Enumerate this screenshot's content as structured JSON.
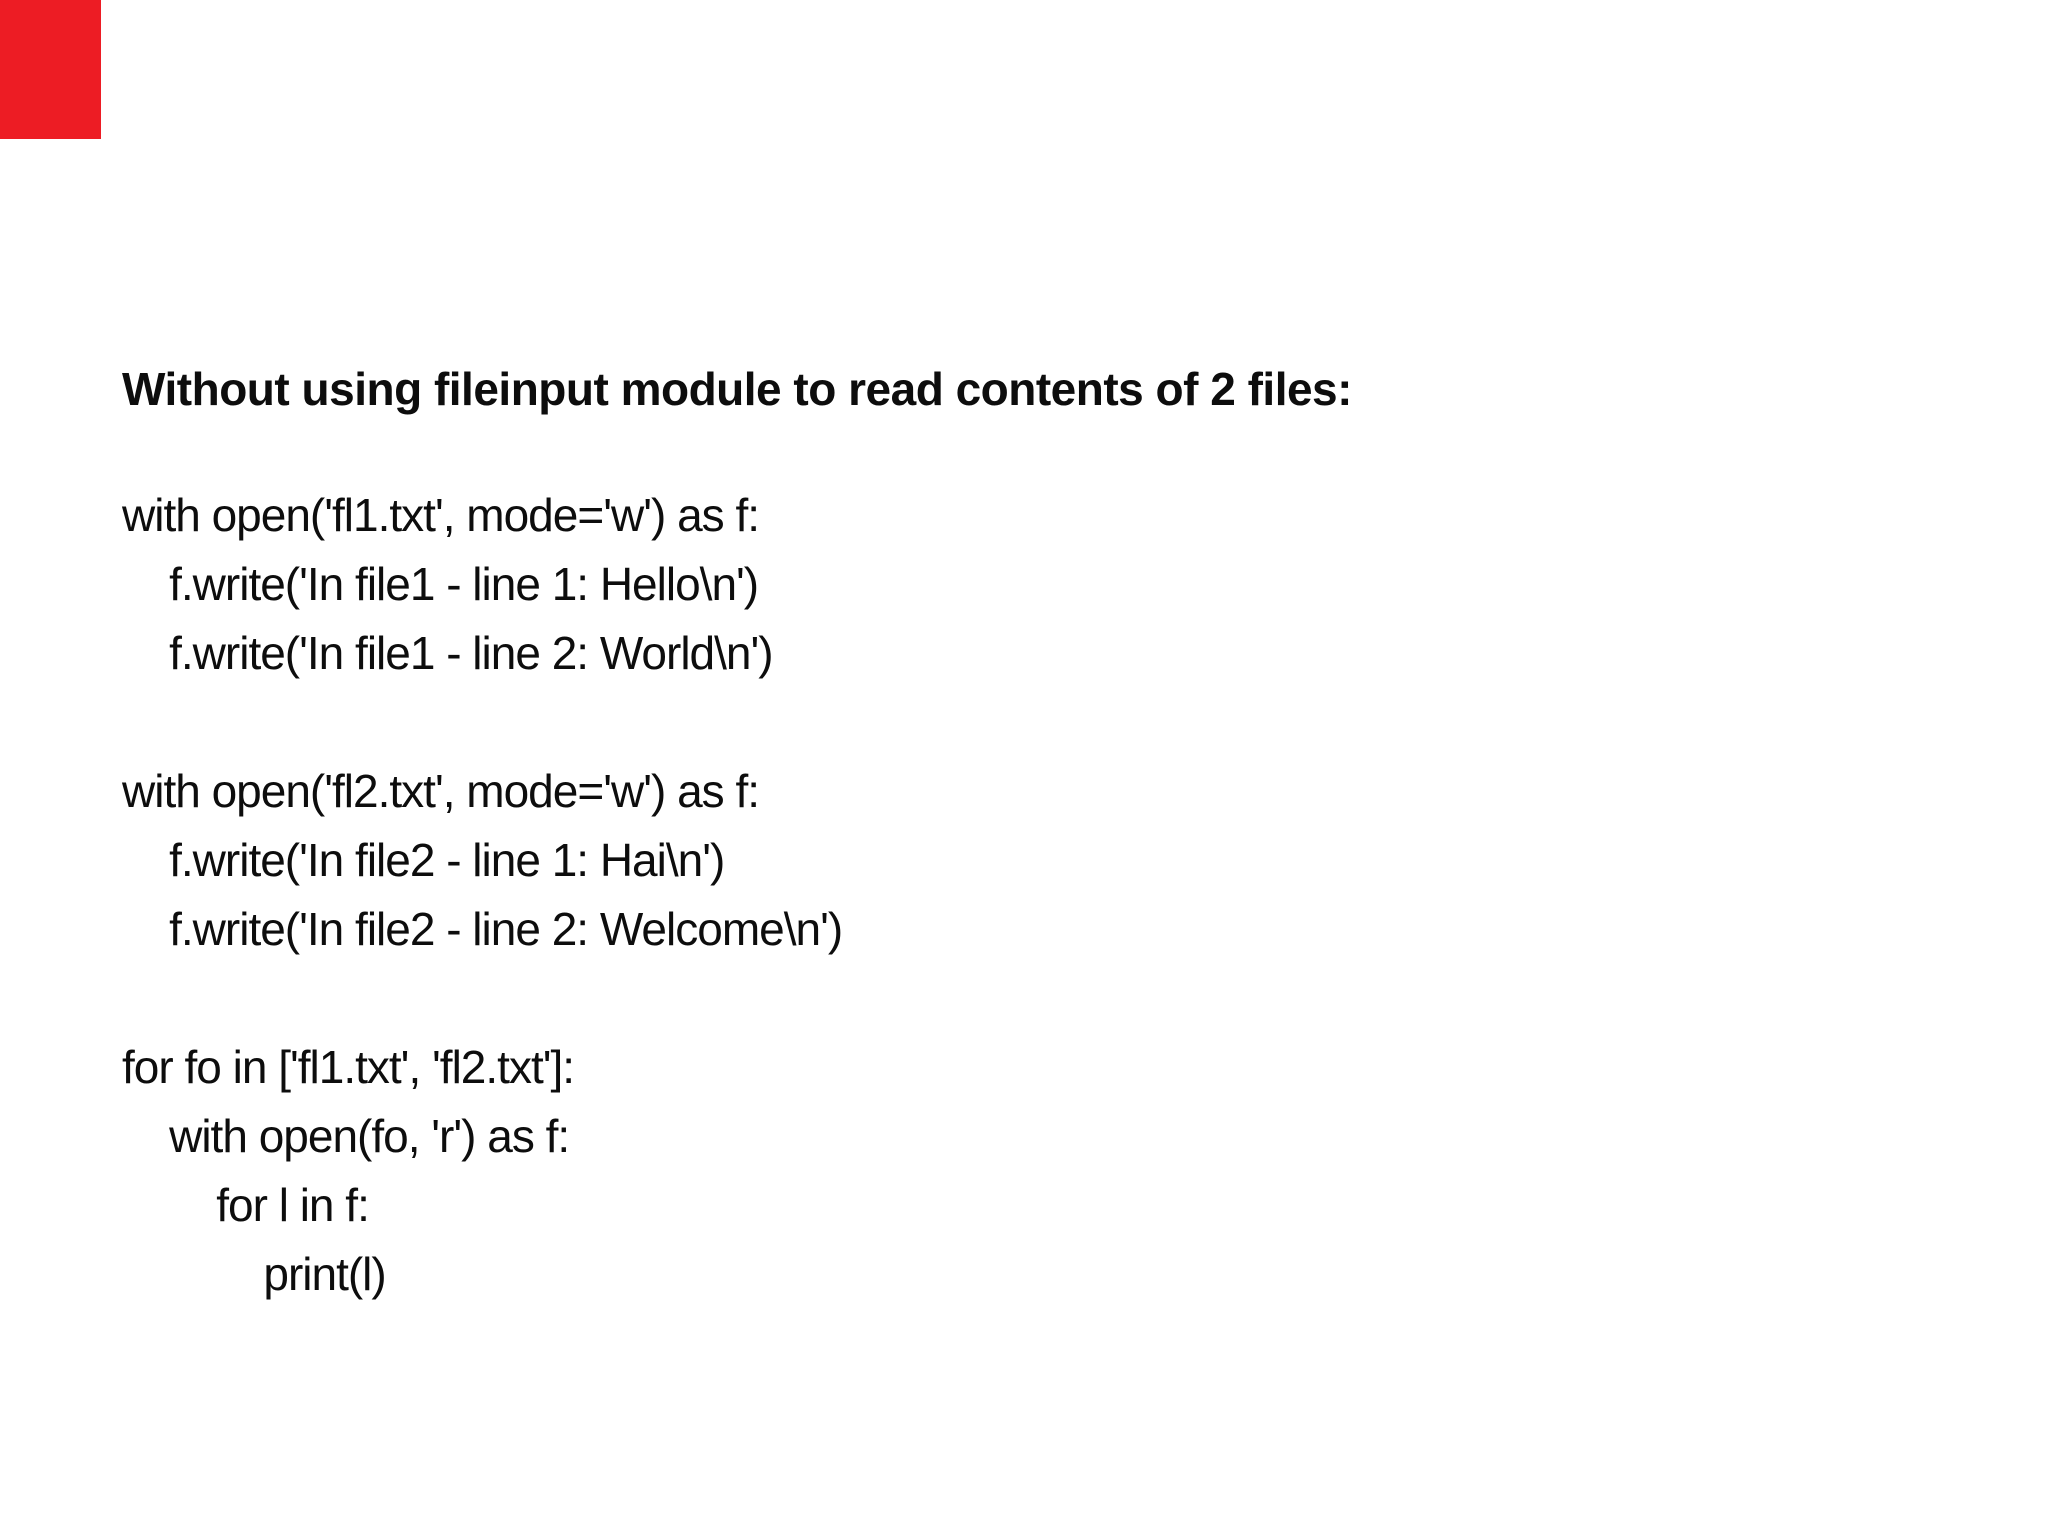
{
  "page": {
    "background_color": "#ffffff",
    "text_color": "#0d0d0d"
  },
  "marker": {
    "name": "red-corner-marker",
    "color": "#ed1c24"
  },
  "title": "Without using fileinput module to read contents of 2 files:",
  "code": {
    "blocks": [
      [
        "with open('fl1.txt', mode='w') as f:",
        "    f.write('In file1 - line 1: Hello\\n')",
        "    f.write('In file1 - line 2: World\\n')"
      ],
      [
        "with open('fl2.txt', mode='w') as f:",
        "    f.write('In file2 - line 1: Hai\\n')",
        "    f.write('In file2 - line 2: Welcome\\n')"
      ],
      [
        "for fo in ['fl1.txt', 'fl2.txt']:",
        "    with open(fo, 'r') as f:",
        "        for l in f:",
        "            print(l)"
      ]
    ]
  }
}
